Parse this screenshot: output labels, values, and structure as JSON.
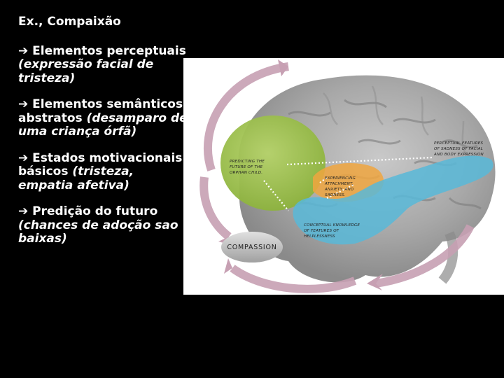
{
  "slide": {
    "title": "Ex., Compaixão",
    "bullets": [
      {
        "arrow": "➔",
        "heading": "Elementos perceptuais",
        "detail": "(expressão facial de tristeza)"
      },
      {
        "arrow": "➔",
        "heading": "Elementos semânticos abstratos",
        "detail": "(desamparo de uma criança órfã)"
      },
      {
        "arrow": "➔",
        "heading": "Estados motivacionais básicos",
        "detail": "(tristeza, empatia afetiva)"
      },
      {
        "arrow": "➔",
        "heading": "Predição do futuro",
        "detail": "(chances de adoção sao baixas)"
      }
    ]
  },
  "figure": {
    "labels": {
      "predicting": [
        "PREDICTING THE",
        "FUTURE OF THE",
        "ORPHAN CHILD."
      ],
      "experiencing": [
        "EXPERIENCING",
        "ATTACHMENT,",
        "ANXIETY, AND",
        "SADNESS."
      ],
      "perceptual": [
        "PERCEPTUAL FEATURES",
        "OF SADNESS OF FACIAL",
        "AND BODY EXPRESSION"
      ],
      "conceptual": [
        "CONCEPTUAL KNOWLEDGE",
        "OF FEATURES OF",
        "HELPLESSNESS"
      ],
      "compassion": "COMPASSION"
    },
    "colors": {
      "green_region": "#9bc04a",
      "orange_region": "#f0a640",
      "blue_region": "#58b8d8",
      "arrows": "#b0788f"
    }
  }
}
